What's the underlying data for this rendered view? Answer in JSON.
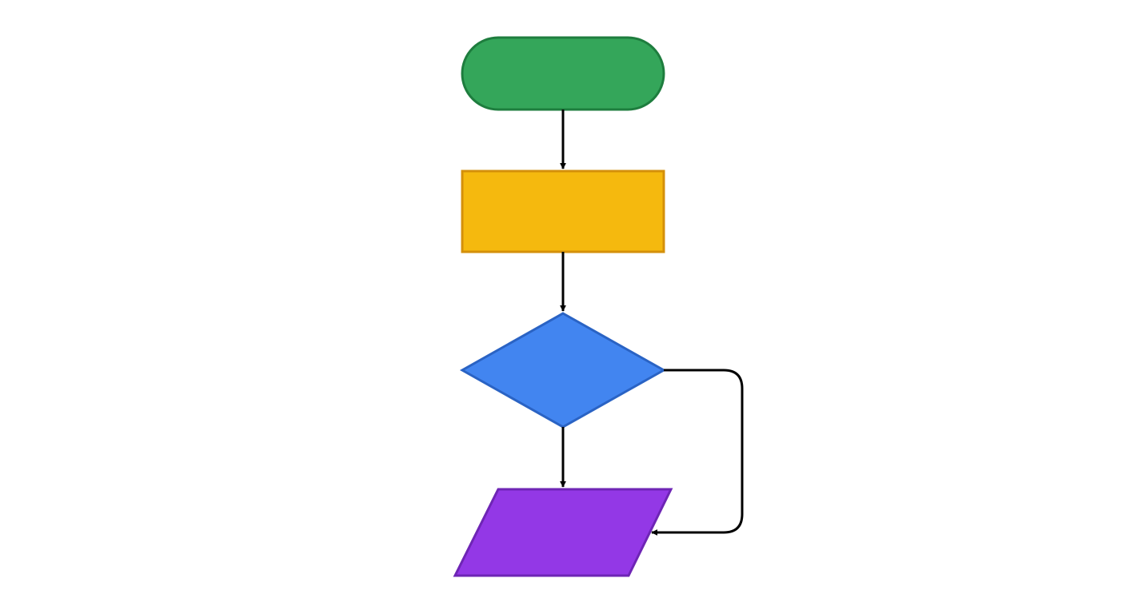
{
  "diagram": {
    "type": "flowchart",
    "nodes": [
      {
        "id": "start",
        "shape": "terminator",
        "label": "",
        "fill": "#34A65A",
        "stroke": "#1E7D3E"
      },
      {
        "id": "process",
        "shape": "process",
        "label": "",
        "fill": "#F5B90E",
        "stroke": "#D4900B"
      },
      {
        "id": "decision",
        "shape": "decision",
        "label": "",
        "fill": "#4285F0",
        "stroke": "#2A63C4"
      },
      {
        "id": "io",
        "shape": "input-output",
        "label": "",
        "fill": "#9338E6",
        "stroke": "#6E25B5"
      }
    ],
    "edges": [
      {
        "from": "start",
        "to": "process",
        "label": ""
      },
      {
        "from": "process",
        "to": "decision",
        "label": ""
      },
      {
        "from": "decision",
        "to": "io",
        "label": ""
      },
      {
        "from": "decision",
        "to": "io",
        "label": "",
        "route": "right-side"
      }
    ],
    "connector_color": "#000000"
  }
}
